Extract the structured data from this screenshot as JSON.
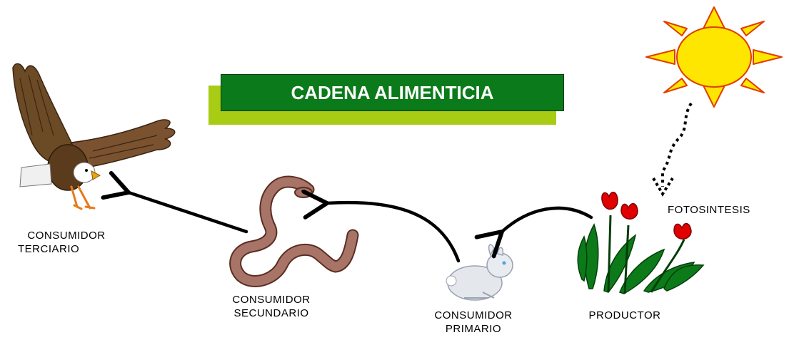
{
  "title": "CADENA ALIMENTICIA",
  "colors": {
    "title_bg": "#0b7a1a",
    "title_shadow": "#a8cc14",
    "sun": "#ffe600",
    "sun_outline": "#e23c00",
    "arrow": "#000000"
  },
  "labels": {
    "terciario_1": "CONSUMIDOR",
    "terciario_2": "TERCIARIO",
    "secundario_1": "CONSUMIDOR",
    "secundario_2": "SECUNDARIO",
    "primario_1": "CONSUMIDOR",
    "primario_2": "PRIMARIO",
    "productor": "PRODUCTOR",
    "fotosintesis": "FOTOSINTESIS"
  },
  "icons": [
    "eagle-icon",
    "snake-icon",
    "rabbit-icon",
    "tulips-icon",
    "sun-icon"
  ]
}
